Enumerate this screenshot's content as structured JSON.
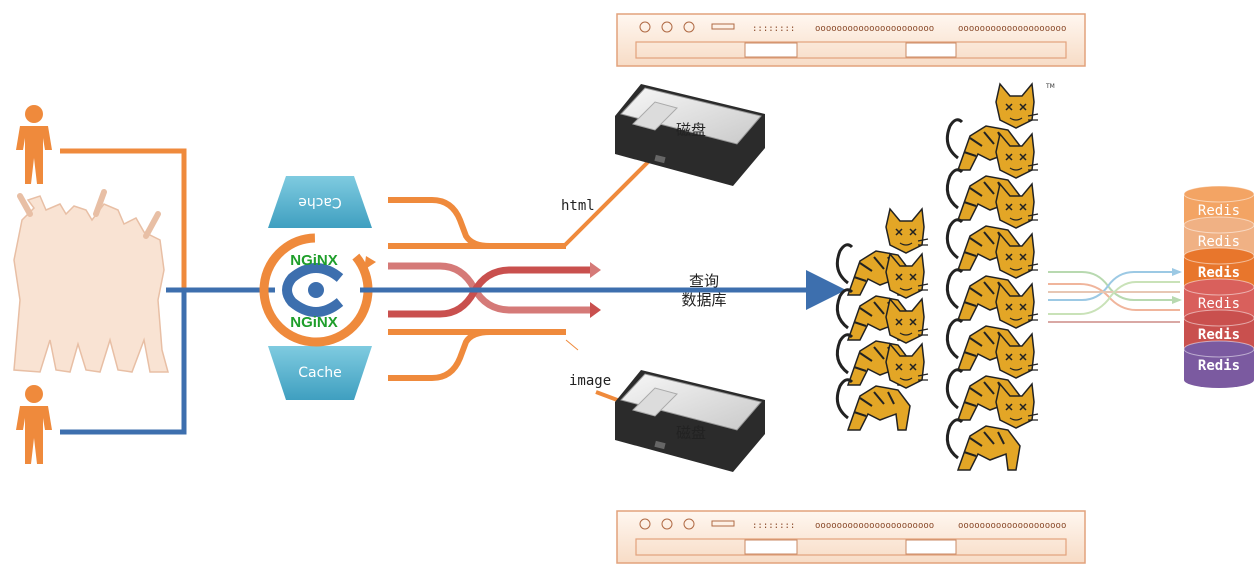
{
  "labels": {
    "cache_top": "Cache",
    "cache_bottom": "Cache",
    "nginx_top": "NGiNX",
    "nginx_bottom": "NGiNX",
    "html": "html",
    "image": "image",
    "query_line1": "查询",
    "query_line2": "数据库",
    "disk_top": "磁盘",
    "disk_bottom": "磁盘",
    "tm": "TM"
  },
  "redis": [
    "Redis",
    "Redis",
    "Redis",
    "Redis",
    "Redis",
    "Redis"
  ],
  "server_dots": {
    "a": "::::::::",
    "b": "oooooooooooooooooooooo",
    "c": "oooooooooooooooooooo"
  },
  "colors": {
    "orange": "#ef8a3c",
    "blue": "#3d6fae",
    "red": "#c9504e",
    "nginx_green": "#1e9e2a",
    "cache_blue": "#5bb4cf",
    "tomcat": "#e3a626",
    "people": "#f6d9c4"
  },
  "icons": [
    "person-icon",
    "crowd-icon",
    "nginx-logo-icon",
    "hard-disk-icon",
    "tomcat-icon",
    "server-rack-icon",
    "database-icon"
  ]
}
